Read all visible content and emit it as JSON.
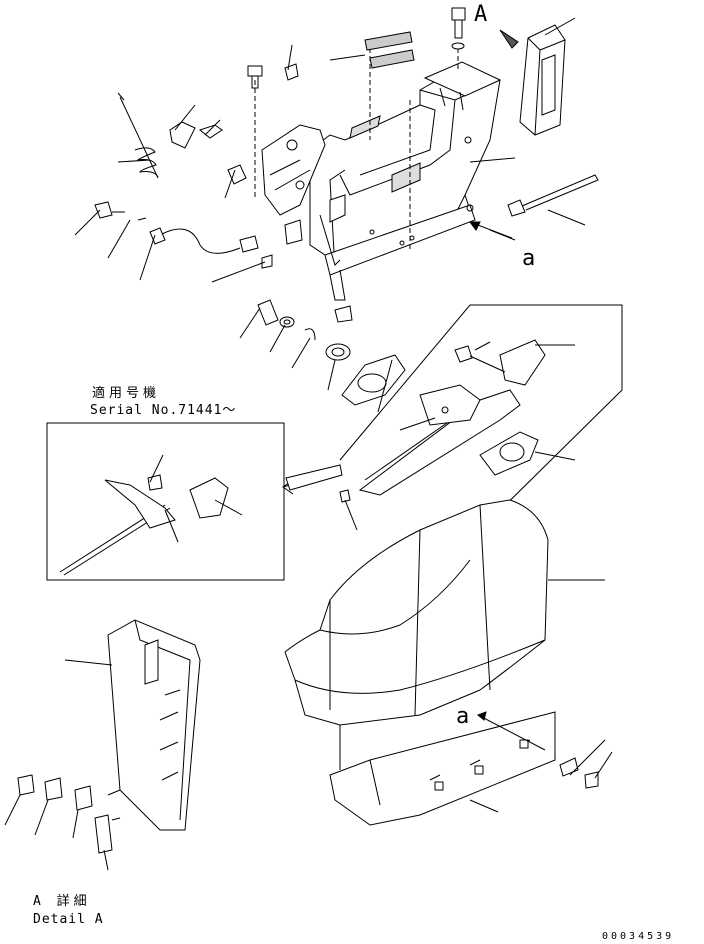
{
  "header": {
    "view_marker_a": "A"
  },
  "callouts": {
    "arrow_a_upper": "a",
    "arrow_a_lower": "a"
  },
  "serial_note": {
    "title_jp": "適用号機",
    "serial": "Serial No.71441～"
  },
  "detail": {
    "title_jp": "A 詳細",
    "title_en": "Detail A"
  },
  "footer": {
    "drawing_number": "00034539"
  }
}
